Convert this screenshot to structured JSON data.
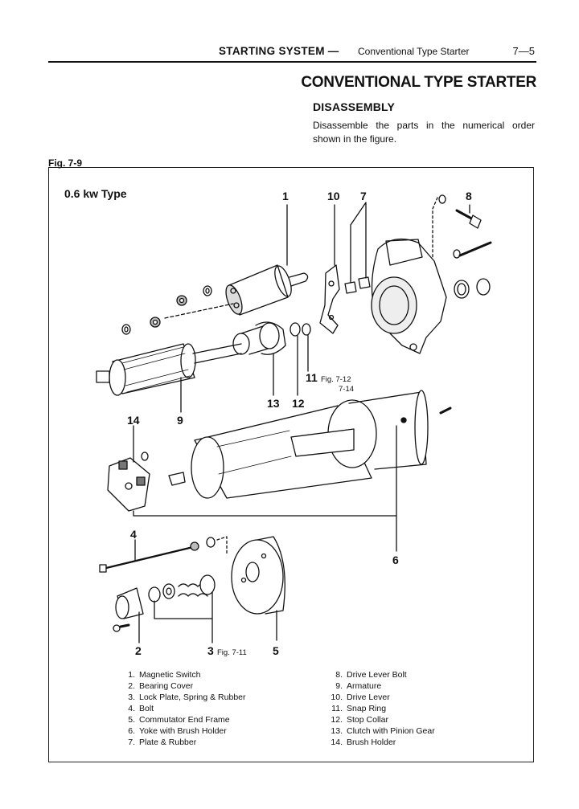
{
  "header": {
    "section": "STARTING SYSTEM —",
    "subsection": "Conventional Type Starter",
    "page": "7—5"
  },
  "title": "CONVENTIONAL TYPE STARTER",
  "subtitle": "DISASSEMBLY",
  "instruction": "Disassemble the parts in the numerical order shown in the figure.",
  "figure": {
    "label": "Fig. 7-9",
    "type_label": "0.6 kw Type",
    "callouts": {
      "c1": "1",
      "c10": "10",
      "c7": "7",
      "c8": "8",
      "c11": "11",
      "c11_ref_a": "Fig. 7-12",
      "c11_ref_b": "7-14",
      "c13": "13",
      "c12": "12",
      "c14": "14",
      "c9": "9",
      "c4": "4",
      "c6": "6",
      "c2": "2",
      "c3": "3",
      "c3_ref": "Fig. 7-11",
      "c5": "5"
    }
  },
  "legend": {
    "left": [
      {
        "num": "1.",
        "text": "Magnetic Switch"
      },
      {
        "num": "2.",
        "text": "Bearing Cover"
      },
      {
        "num": "3.",
        "text": "Lock Plate, Spring & Rubber"
      },
      {
        "num": "4.",
        "text": "Bolt"
      },
      {
        "num": "5.",
        "text": "Commutator End Frame"
      },
      {
        "num": "6.",
        "text": "Yoke with Brush Holder"
      },
      {
        "num": "7.",
        "text": "Plate & Rubber"
      }
    ],
    "right": [
      {
        "num": "8.",
        "text": "Drive Lever Bolt"
      },
      {
        "num": "9.",
        "text": "Armature"
      },
      {
        "num": "10.",
        "text": "Drive Lever"
      },
      {
        "num": "11.",
        "text": "Snap Ring"
      },
      {
        "num": "12.",
        "text": "Stop Collar"
      },
      {
        "num": "13.",
        "text": "Clutch with Pinion Gear"
      },
      {
        "num": "14.",
        "text": "Brush Holder"
      }
    ]
  }
}
